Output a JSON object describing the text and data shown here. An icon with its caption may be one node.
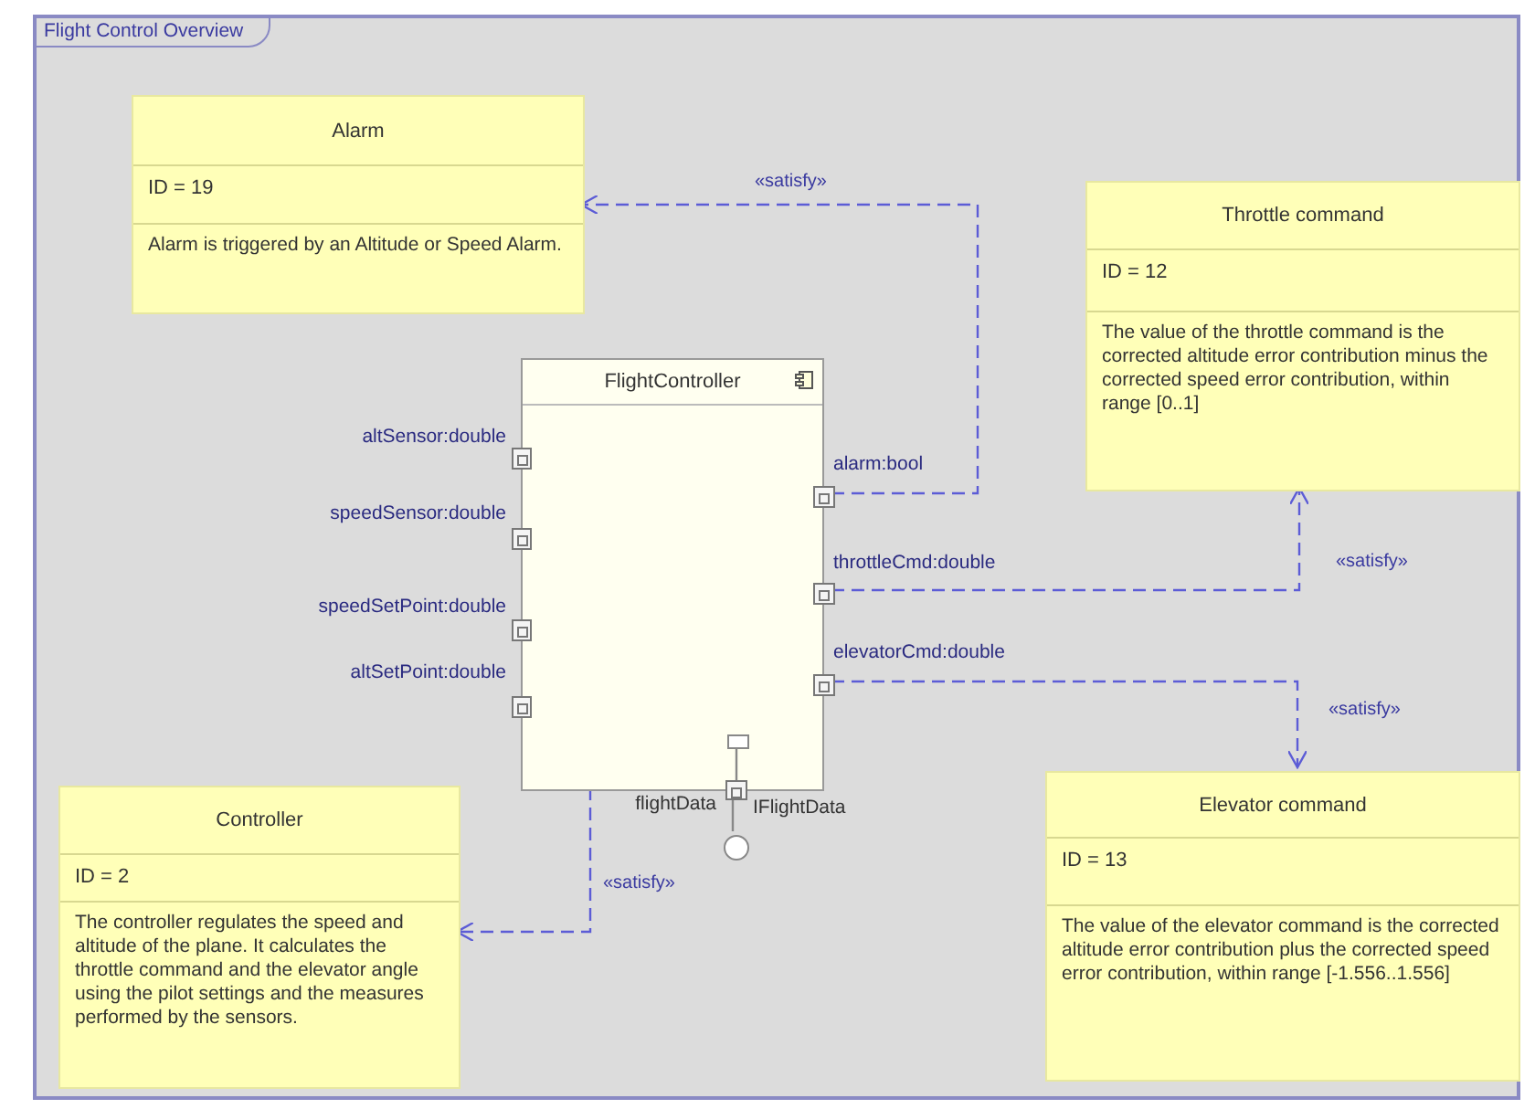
{
  "diagram": {
    "nodes": [
      {
        "text": [
          "Flight Control Overview"
        ]
      },
      {
        "text": [
          "Alarm",
          "ID = 19",
          "Alarm is triggered by an Altitude or Speed Alarm."
        ],
        "in": 0
      },
      {
        "text": [
          "Throttle command",
          "ID = 12",
          "The value of the throttle command is the corrected altitude error contribution minus the corrected speed error contribution, within range [0..1]"
        ],
        "in": 0
      },
      {
        "text": [
          "FlightController"
        ],
        "in": 0
      },
      {
        "text": [],
        "shape": "box",
        "in": 3
      },
      {
        "text": [],
        "shape": "box",
        "beside": [
          "altSensor:double"
        ],
        "in": 0
      },
      {
        "text": [],
        "shape": "box",
        "beside": [
          "speedSensor:double"
        ],
        "in": 0
      },
      {
        "text": [],
        "shape": "box",
        "beside": [
          "speedSetPoint:double"
        ],
        "in": 0
      },
      {
        "text": [],
        "shape": "box",
        "beside": [
          "altSetPoint:double"
        ],
        "in": 0
      },
      {
        "text": [],
        "shape": "box",
        "beside": [
          "alarm:bool"
        ],
        "in": 0
      },
      {
        "text": [],
        "shape": "box",
        "beside": [
          "throttleCmd:double"
        ],
        "in": 0
      },
      {
        "text": [],
        "shape": "box",
        "beside": [
          "elevatorCmd:double"
        ],
        "in": 0
      },
      {
        "text": [
          "Controller",
          "ID = 2",
          "The controller regulates the speed and altitude of the plane. It calculates the throttle command and the elevator angle using the pilot settings and the measures performed by the sensors."
        ],
        "in": 0
      },
      {
        "text": [],
        "shape": "box",
        "beside": [
          "flightData"
        ],
        "in": 0
      },
      {
        "text": [],
        "shape": "circle",
        "in": 0
      },
      {
        "text": [
          "Elevator command",
          "ID = 13",
          "The value of the elevator command is the corrected altitude error contribution plus the corrected speed error contribution, within range [-1.556..1.556]"
        ],
        "in": 0
      }
    ],
    "edges": [
      {
        "from": 9,
        "to": 1,
        "arrow": "to",
        "label": "«satisfy»",
        "style": "dashed",
        "color": "#5c5cd6"
      },
      {
        "from": 10,
        "to": 2,
        "arrow": "to",
        "label": "«satisfy»",
        "style": "dashed",
        "color": "#5c5cd6"
      },
      {
        "from": 11,
        "to": 15,
        "arrow": "to",
        "label": "«satisfy»",
        "style": "dashed",
        "color": "#5c5cd6"
      },
      {
        "from": 3,
        "to": 12,
        "arrow": "to",
        "label": "«satisfy»",
        "style": "dashed",
        "color": "#5c5cd6"
      },
      {
        "from": 4,
        "to": 13,
        "arrow": "none"
      },
      {
        "from": 13,
        "to": 14,
        "arrow": "none"
      }
    ],
    "labels": [
      "IFlightData"
    ]
  }
}
